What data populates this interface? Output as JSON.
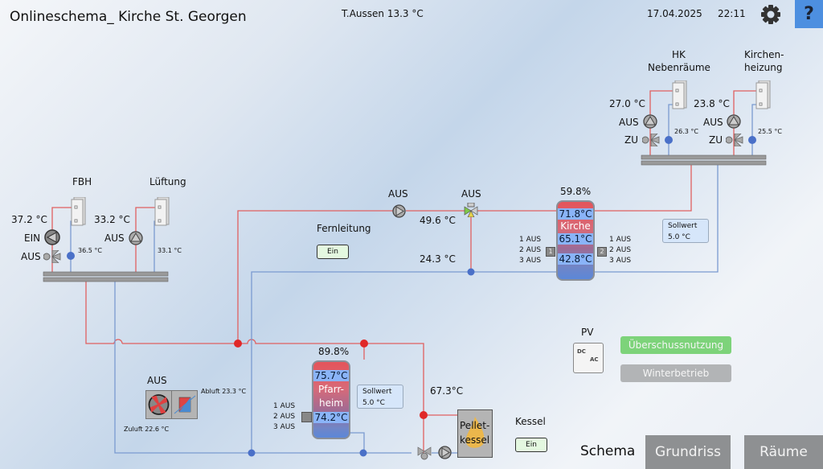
{
  "header": {
    "title": "Onlineschema_ Kirche St. Georgen",
    "outside_temp": "T.Aussen 13.3 °C",
    "date": "17.04.2025",
    "time": "22:11",
    "settings_icon": "gear-icon",
    "help_label": "?"
  },
  "circuits": {
    "fbh": {
      "name": "FBH",
      "flow_temp": "37.2 °C",
      "pump_state": "EIN",
      "valve_state": "AUS",
      "return_temp": "36.5 °C"
    },
    "lueftung": {
      "name": "Lüftung",
      "flow_temp": "33.2 °C",
      "pump_state": "AUS",
      "return_temp": "33.1 °C"
    },
    "hk_nebenraeume": {
      "name_line1": "HK",
      "name_line2": "Nebenräume",
      "flow_temp": "27.0 °C",
      "pump_state": "AUS",
      "valve_state": "ZU",
      "return_temp": "26.3 °C"
    },
    "kirchenheizung": {
      "name_line1": "Kirchen-",
      "name_line2": "heizung",
      "flow_temp": "23.8 °C",
      "pump_state": "AUS",
      "valve_state": "ZU",
      "return_temp": "25.5 °C"
    }
  },
  "fernleitung": {
    "label": "Fernleitung",
    "button": "Ein",
    "pump_state": "AUS",
    "valve_state": "AUS",
    "flow_temp": "49.6 °C",
    "return_temp": "24.3 °C"
  },
  "tank_kirche": {
    "percent": "59.8%",
    "name": "Kirche",
    "top_temp": "71.8°C",
    "mid_temp": "65.1°C",
    "bottom_temp": "42.8°C",
    "heater1_label": "1",
    "heater2_label": "2",
    "left_states": [
      "1 AUS",
      "2 AUS",
      "3 AUS"
    ],
    "right_states": [
      "1 AUS",
      "2 AUS",
      "3 AUS"
    ],
    "setpoint_label": "Sollwert",
    "setpoint_value": "5.0 °C"
  },
  "tank_pfarrheim": {
    "percent": "89.8%",
    "name_line1": "Pfarr-",
    "name_line2": "heim",
    "top_temp": "75.7°C",
    "bottom_temp": "74.2°C",
    "left_states": [
      "1 AUS",
      "2 AUS",
      "3 AUS"
    ],
    "setpoint_label": "Sollwert",
    "setpoint_value": "5.0 °C"
  },
  "ventilation": {
    "state": "AUS",
    "exhaust": "Abluft 23.3 °C",
    "supply": "Zuluft 22.6 °C"
  },
  "boiler": {
    "flow_temp": "67.3°C",
    "name_line1": "Pellet-",
    "name_line2": "kessel",
    "label": "Kessel",
    "button": "Ein"
  },
  "pv": {
    "label": "PV",
    "dc": "DC",
    "ac": "AC",
    "surplus_button": "Überschussnutzung",
    "winter_button": "Winterbetrieb"
  },
  "colors": {
    "supply": "#e05050",
    "return": "#7a9ad0",
    "accent": "#4d8fe0",
    "surplus_green": "#7dd37a"
  },
  "nav": {
    "current": "Schema",
    "grundriss": "Grundriss",
    "raeume": "Räume"
  }
}
